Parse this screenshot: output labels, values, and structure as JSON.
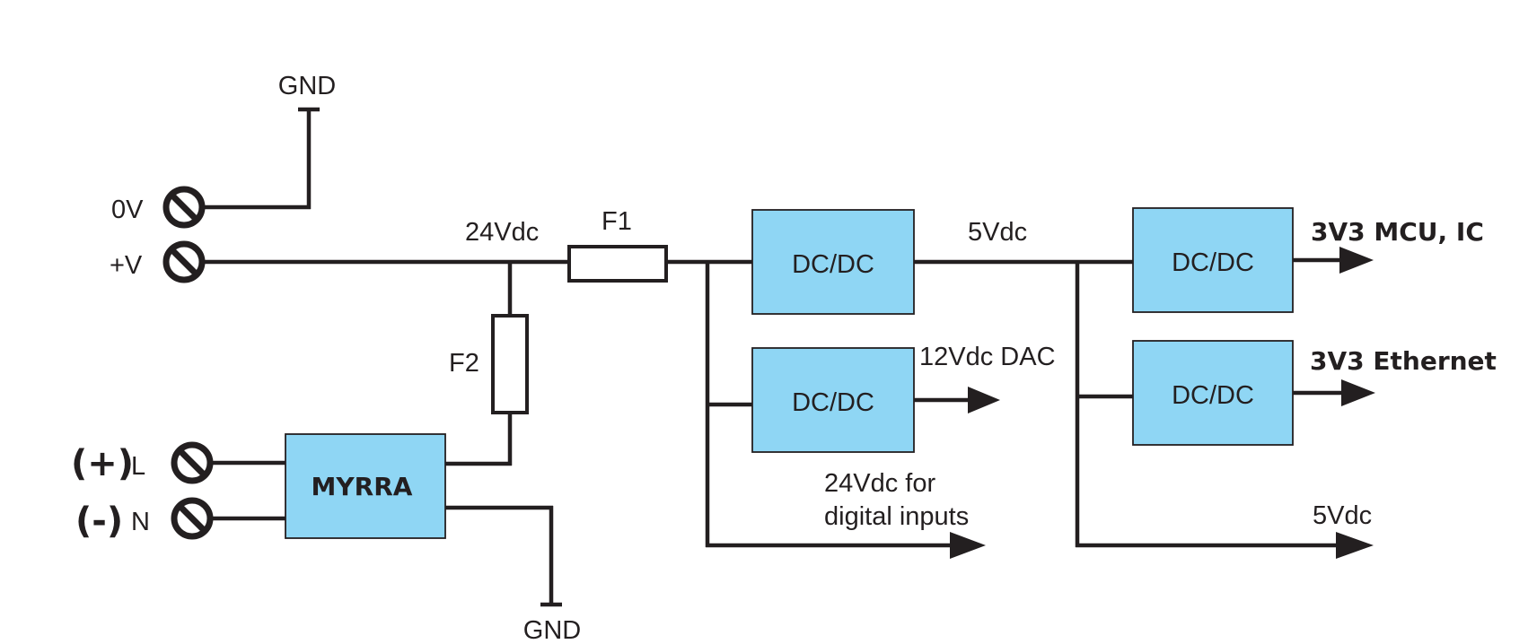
{
  "colors": {
    "block_fill": "#8fd6f4",
    "line": "#231f20",
    "background": "#ffffff"
  },
  "icons": [
    "terminal-screw-icon",
    "ground-symbol-icon",
    "fuse-icon",
    "arrow-right-icon"
  ],
  "labels": {
    "gnd_top": "GND",
    "gnd_bottom": "GND",
    "zero_v": "0V",
    "plus_v": "+V",
    "v24": "24Vdc",
    "f1": "F1",
    "f2": "F2",
    "v5_mid": "5Vdc",
    "v12_dac": "12Vdc DAC",
    "digital_line1": "24Vdc for",
    "digital_line2": "digital inputs",
    "v5_out": "5Vdc",
    "mcu": "3V3 MCU, IC",
    "ethernet": "3V3 Ethernet",
    "plus_pol": "(+)",
    "minus_pol": "(-)",
    "l": "L",
    "n": "N"
  },
  "blocks": {
    "dcdc_main": "DC/DC",
    "dcdc_12v": "DC/DC",
    "dcdc_mcu": "DC/DC",
    "dcdc_eth": "DC/DC",
    "myrra": "MYRRA"
  }
}
